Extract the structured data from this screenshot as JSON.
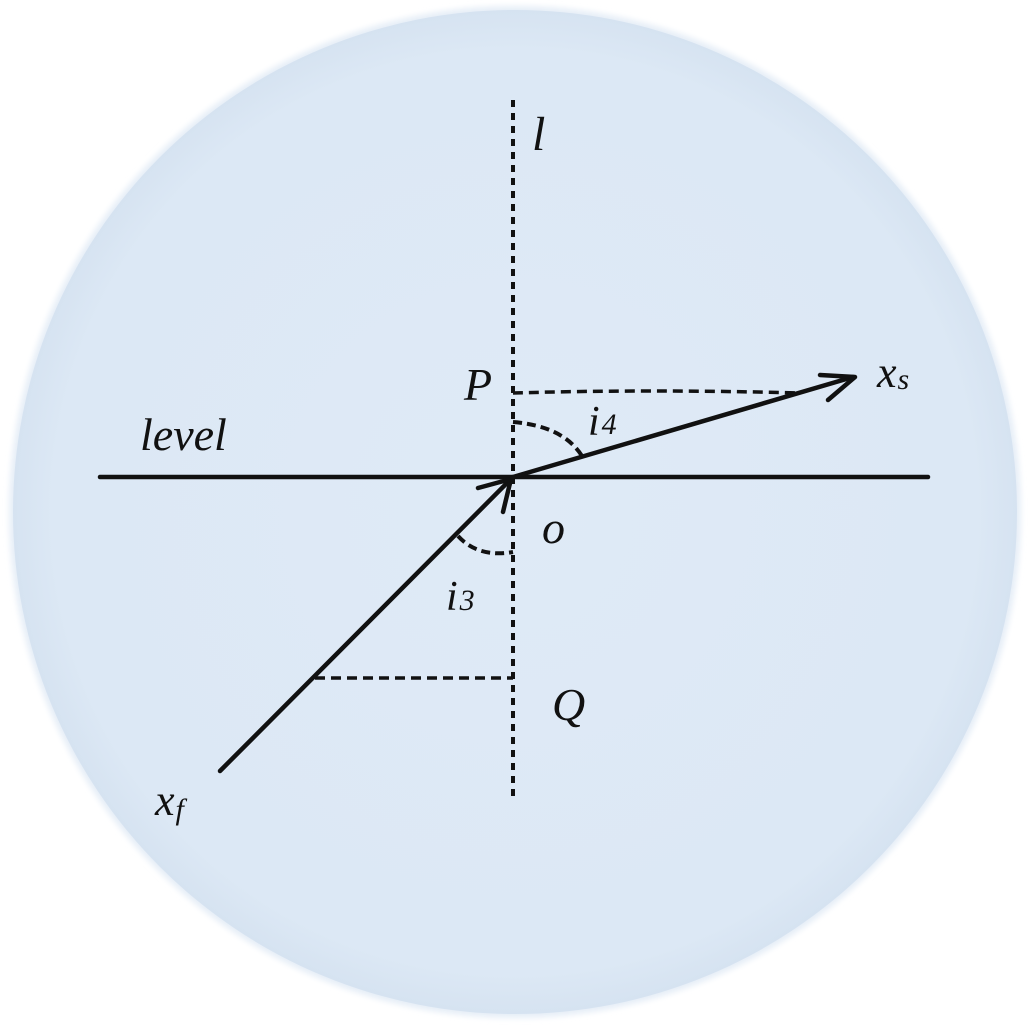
{
  "labels": {
    "normal_line": "l",
    "level_line": "level",
    "point_p": "P",
    "point_o": "o",
    "point_q": "Q",
    "angle_i4": {
      "base": "i",
      "sub": "4"
    },
    "angle_i3": {
      "base": "i",
      "sub": "3"
    },
    "vector_xs": {
      "base": "x",
      "sub": "s"
    },
    "vector_xf": {
      "base": "x",
      "sub": "f"
    }
  },
  "colors": {
    "background_disc": "#dde9f6",
    "ink": "#111111"
  }
}
